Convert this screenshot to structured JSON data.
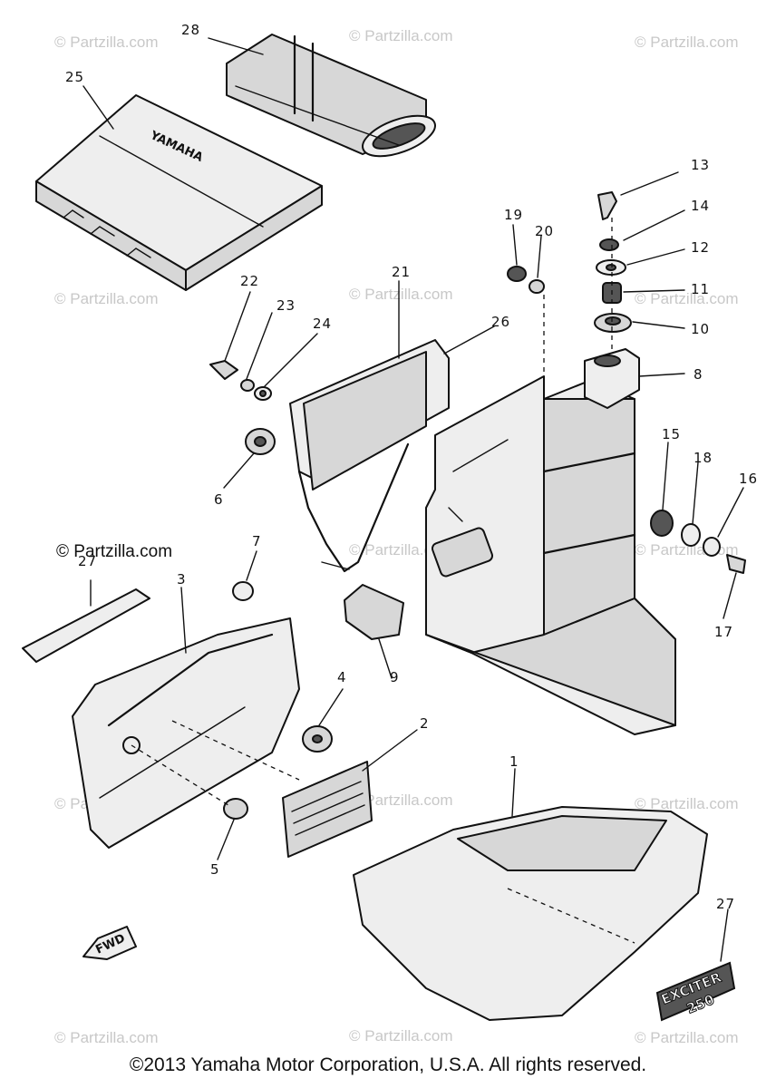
{
  "watermarks": {
    "light": "© Partzilla.com",
    "dark": "© Partzilla.com"
  },
  "callouts": {
    "c1": "1",
    "c2": "2",
    "c3": "3",
    "c4": "4",
    "c5": "5",
    "c6": "6",
    "c7": "7",
    "c8": "8",
    "c9": "9",
    "c10": "10",
    "c11": "11",
    "c12": "12",
    "c13": "13",
    "c14": "14",
    "c15": "15",
    "c16": "16",
    "c17": "17",
    "c18": "18",
    "c19": "19",
    "c20": "20",
    "c21": "21",
    "c22": "22",
    "c23": "23",
    "c24": "24",
    "c25": "25",
    "c26": "26",
    "c27a": "27",
    "c27b": "27",
    "c28": "28"
  },
  "labels": {
    "fwd": "FWD",
    "emblem_line1": "EXCITER",
    "emblem_line2": "250"
  },
  "copyright": "©2013 Yamaha Motor Corporation, U.S.A. All rights reserved."
}
